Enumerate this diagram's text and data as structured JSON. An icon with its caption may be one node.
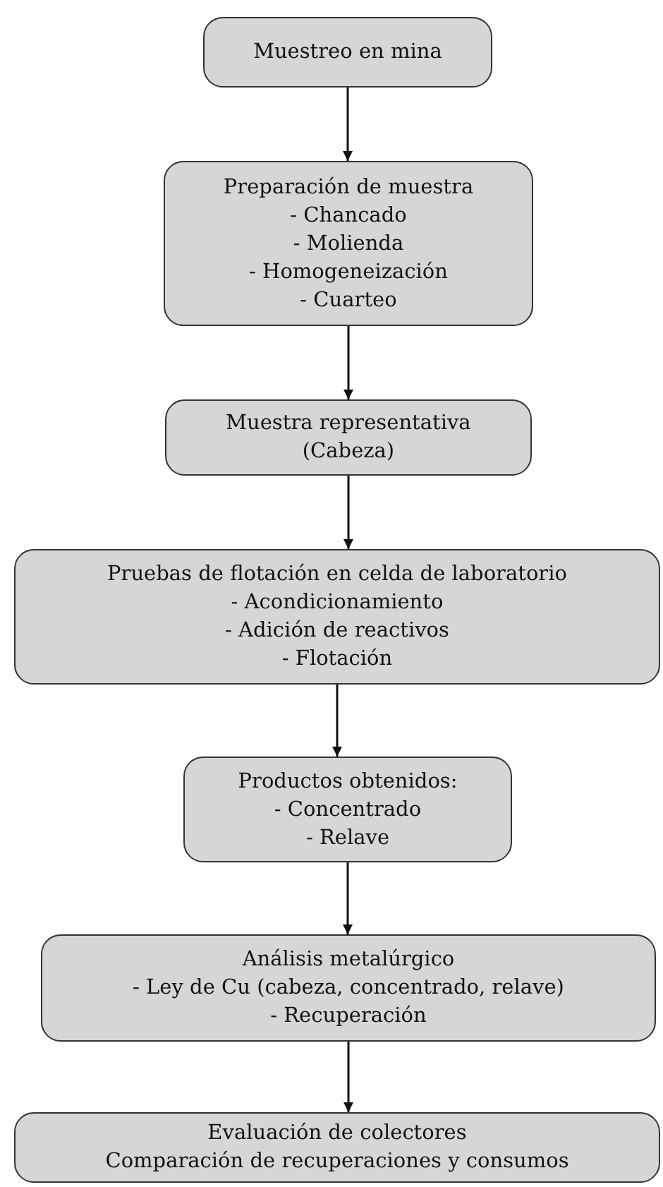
{
  "diagram": {
    "nodes": [
      {
        "text": [
          "Muestreo en mina"
        ]
      },
      {
        "text": [
          "Preparación de muestra",
          "- Chancado",
          "- Molienda",
          "- Homogeneización",
          "- Cuarteo"
        ]
      },
      {
        "text": [
          "Muestra representativa",
          "(Cabeza)"
        ]
      },
      {
        "text": [
          "Pruebas de flotación en celda de laboratorio",
          "- Acondicionamiento",
          "- Adición de reactivos",
          "- Flotación"
        ]
      },
      {
        "text": [
          "Productos obtenidos:",
          "- Concentrado",
          "- Relave"
        ]
      },
      {
        "text": [
          "Análisis metalúrgico",
          "- Ley de Cu (cabeza, concentrado, relave)",
          "- Recuperación"
        ]
      },
      {
        "text": [
          "Evaluación de colectores",
          "Comparación de recuperaciones y consumos"
        ]
      }
    ],
    "edges": [
      {
        "from": 0,
        "to": 1,
        "arrow": "to"
      },
      {
        "from": 1,
        "to": 2,
        "arrow": "to"
      },
      {
        "from": 2,
        "to": 3,
        "arrow": "to"
      },
      {
        "from": 3,
        "to": 4,
        "arrow": "to"
      },
      {
        "from": 4,
        "to": 5,
        "arrow": "to"
      },
      {
        "from": 5,
        "to": 6,
        "arrow": "to"
      }
    ]
  }
}
